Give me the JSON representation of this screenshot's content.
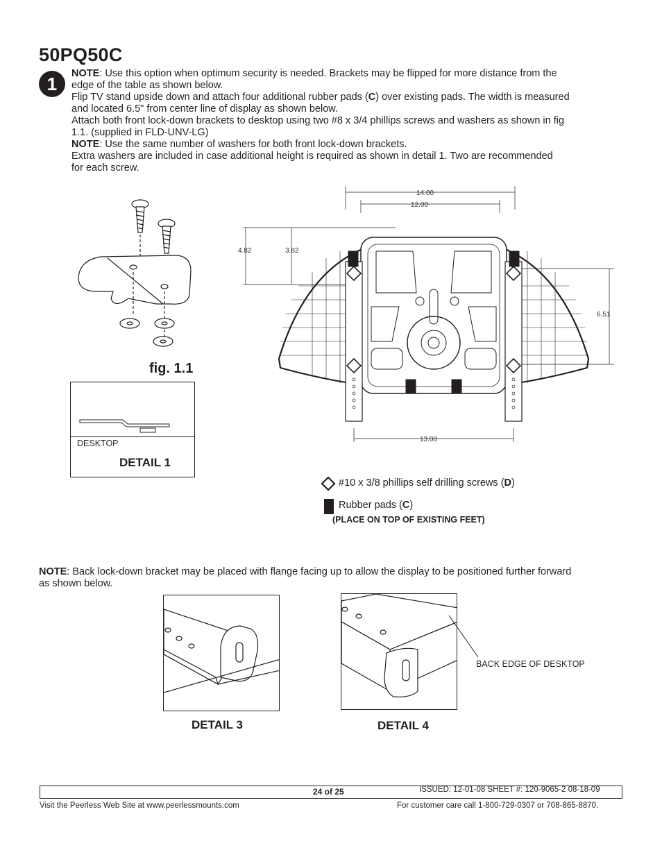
{
  "title": "50PQ50C",
  "step_number": "1",
  "paragraphs": {
    "p1_label": "NOTE",
    "p1_text": ": Use this option when optimum security is needed. Brackets may be flipped for more distance from the",
    "p1_text2": "edge of the table as shown below.",
    "p2_text_a": "Flip TV stand upside down and attach four additional rubber pads (",
    "p2_bold": "C",
    "p2_text_b": ") over existing pads. The width is measured",
    "p2_text2": "and located 6.5\" from center line of display as shown below.",
    "p3_text": "Attach both front lock-down brackets to desktop using two #8 x 3/4 phillips screws and washers  as shown in fig",
    "p3_text2": "1.1. (supplied in FLD-UNV-LG)",
    "p4_label": "NOTE",
    "p4_text": ": Use the same number of washers for both front lock-down brackets.",
    "p5_text": "Extra washers are included in case additional height is required as shown in detail 1. Two are recommended",
    "p5_text2": "for each screw."
  },
  "fig_label": "fig. 1.1",
  "detail1": {
    "desktop_label": "DESKTOP",
    "title": "DETAIL 1"
  },
  "dimensions": {
    "d14": "14.00",
    "d12": "12.00",
    "d482": "4.82",
    "d382": "3.82",
    "d651": "6.51",
    "d13": "13.00"
  },
  "legend": {
    "screws_a": "#10 x 3/8 phillips self drilling screws (",
    "screws_b": "D",
    "screws_c": ")",
    "pads_a": "Rubber pads (",
    "pads_b": "C",
    "pads_c": ")",
    "pads_note": "(PLACE ON TOP OF EXISTING FEET)"
  },
  "note2": {
    "label": "NOTE",
    "text": ": Back lock-down bracket may be placed with flange facing up to allow the display to be positioned further forward",
    "text2": "as shown below."
  },
  "detail3": {
    "title": "DETAIL 3"
  },
  "detail4": {
    "title": "DETAIL 4",
    "callout": "BACK EDGE OF DESKTOP"
  },
  "footer": {
    "page": "24 of 25",
    "issued": "ISSUED: 12-01-08   SHEET #: 120-9065-2  08-18-09",
    "website": "Visit the Peerless Web Site at www.peerlessmounts.com",
    "care": "For customer care call 1-800-729-0307 or 708-865-8870."
  }
}
